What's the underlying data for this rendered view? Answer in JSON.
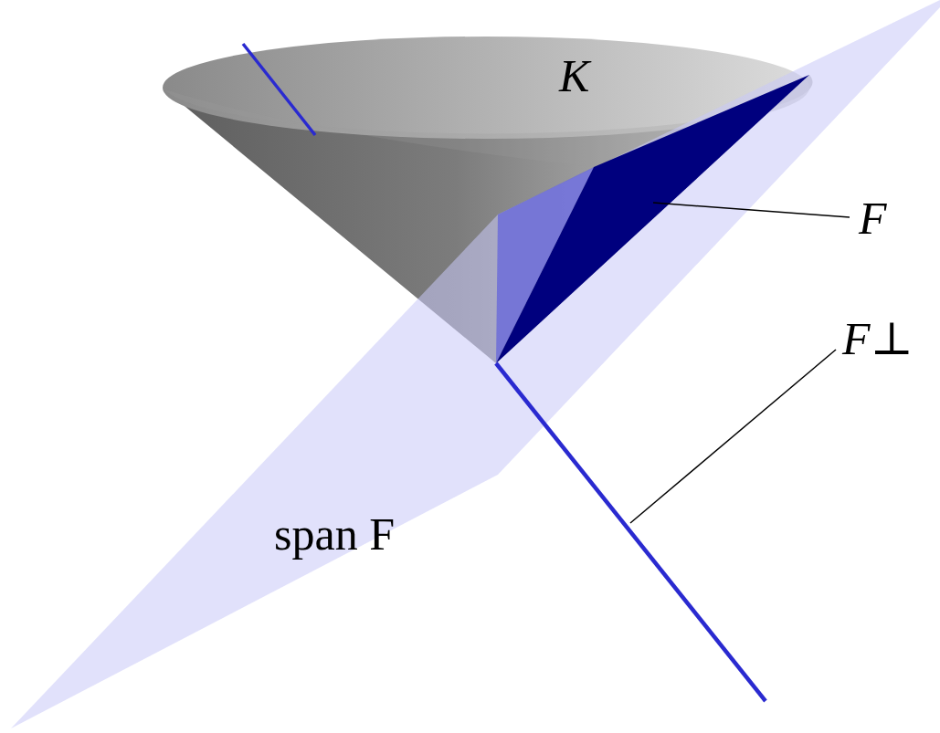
{
  "diagram": {
    "labels": [
      "K",
      "F",
      "F⊥",
      "span F"
    ]
  }
}
